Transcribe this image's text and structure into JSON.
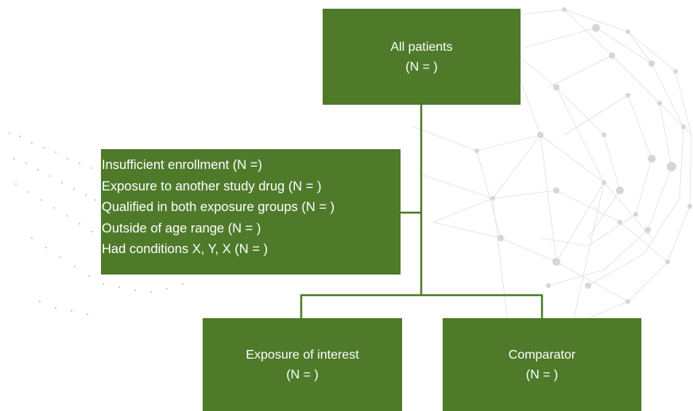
{
  "flowchart": {
    "all_patients": {
      "title": "All patients",
      "count": "(N = )"
    },
    "exclusions": [
      "Insufficient enrollment (N =)",
      "Exposure to another study drug (N = )",
      "Qualified in both exposure groups (N = )",
      "Outside of age range (N = )",
      "Had conditions X, Y, X (N = )"
    ],
    "exposure_of_interest": {
      "title": "Exposure of interest",
      "count": "(N = )"
    },
    "comparator": {
      "title": "Comparator",
      "count": "(N = )"
    }
  },
  "colors": {
    "box_fill": "#4e7a2a",
    "connector": "#4e7a2a",
    "box_text": "#ffffff",
    "background_mesh": "#d9d9d9"
  }
}
